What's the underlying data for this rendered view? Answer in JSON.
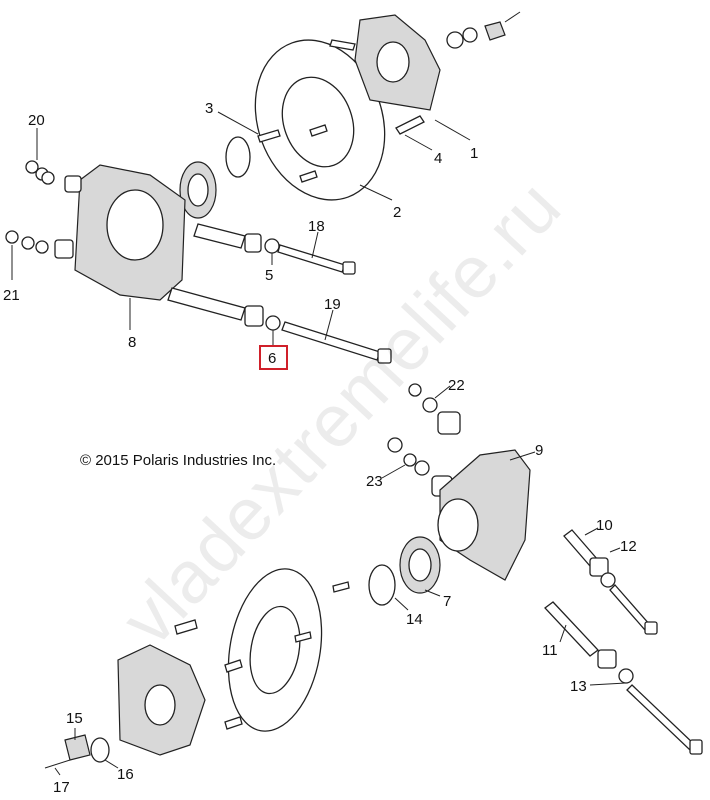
{
  "copyright": "© 2015 Polaris Industries Inc.",
  "watermark": "vladextremelife.ru",
  "highlighted_part": "6",
  "highlight_color": "#d0202a",
  "callouts": [
    "1",
    "2",
    "3",
    "4",
    "5",
    "6",
    "7",
    "8",
    "9",
    "10",
    "11",
    "12",
    "13",
    "14",
    "15",
    "16",
    "17",
    "18",
    "19",
    "20",
    "21",
    "22",
    "23"
  ]
}
